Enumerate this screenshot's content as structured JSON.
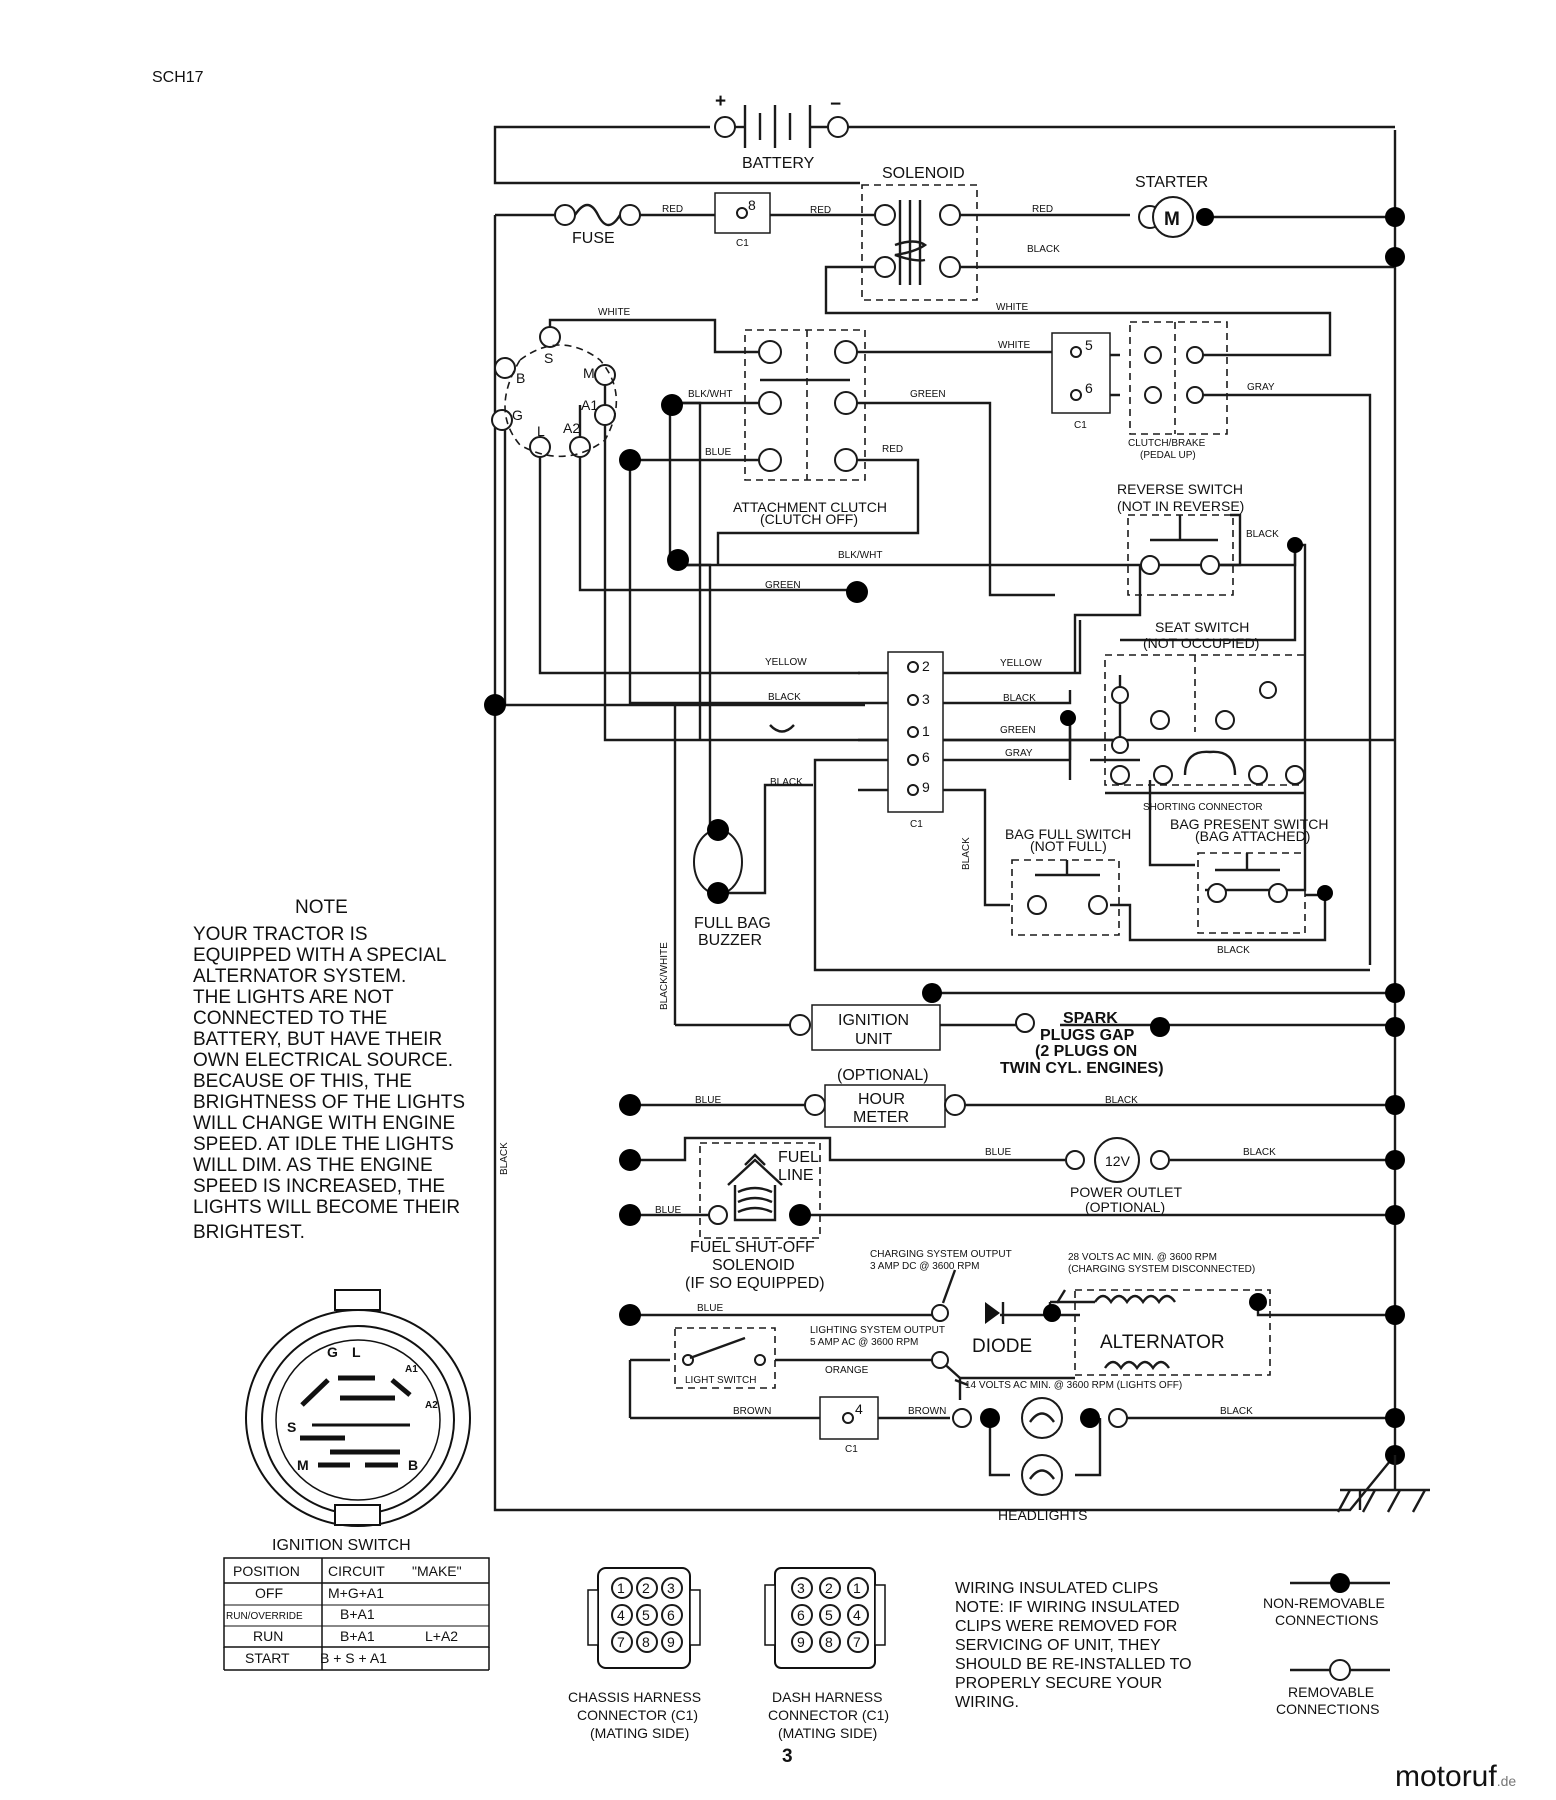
{
  "header": {
    "code": "SCH17",
    "page_number": "3",
    "watermark": "motoruf",
    "watermark_suffix": ".de"
  },
  "components": {
    "battery": "BATTERY",
    "battery_plus": "+",
    "battery_minus": "−",
    "solenoid": "SOLENOID",
    "starter": "STARTER",
    "motor_symbol": "M",
    "fuse": "FUSE",
    "attachment_clutch": [
      "ATTACHMENT CLUTCH",
      "(CLUTCH OFF)"
    ],
    "clutch_brake": [
      "CLUTCH/BRAKE",
      "(PEDAL UP)"
    ],
    "reverse_switch": [
      "REVERSE SWITCH",
      "(NOT IN REVERSE)"
    ],
    "seat_switch": [
      "SEAT SWITCH",
      "(NOT OCCUPIED)"
    ],
    "shorting_connector": "SHORTING CONNECTOR",
    "bag_full_switch": [
      "BAG FULL SWITCH",
      "(NOT FULL)"
    ],
    "bag_present_switch": [
      "BAG PRESENT SWITCH",
      "(BAG ATTACHED)"
    ],
    "full_bag_buzzer": [
      "FULL BAG",
      "BUZZER"
    ],
    "ignition_unit": [
      "IGNITION",
      "UNIT"
    ],
    "spark_plugs": [
      "SPARK",
      "PLUGS GAP",
      "(2 PLUGS ON",
      "TWIN CYL. ENGINES)"
    ],
    "optional": "(OPTIONAL)",
    "hour_meter": [
      "HOUR",
      "METER"
    ],
    "fuel_line": [
      "FUEL",
      "LINE"
    ],
    "fuel_shutoff": [
      "FUEL SHUT-OFF",
      "SOLENOID",
      "(IF SO EQUIPPED)"
    ],
    "power_outlet": [
      "POWER OUTLET",
      "(OPTIONAL)"
    ],
    "outlet_voltage": "12V",
    "charging_output": [
      "CHARGING SYSTEM OUTPUT",
      "3 AMP DC @ 3600 RPM"
    ],
    "volts_28": [
      "28 VOLTS AC MIN. @ 3600 RPM",
      "(CHARGING SYSTEM DISCONNECTED)"
    ],
    "lighting_output": [
      "LIGHTING SYSTEM OUTPUT",
      "5 AMP AC @ 3600 RPM"
    ],
    "diode": "DIODE",
    "alternator": "ALTERNATOR",
    "volts_14": "14 VOLTS AC MIN. @ 3600 RPM (LIGHTS OFF)",
    "light_switch": "LIGHT SWITCH",
    "headlights": "HEADLIGHTS",
    "connector": "C1",
    "ignition_terminals": [
      "B",
      "S",
      "M",
      "A1",
      "A2",
      "L",
      "G"
    ],
    "pins": [
      "8",
      "5",
      "6",
      "2",
      "3",
      "1",
      "6",
      "9",
      "4"
    ]
  },
  "wire_colors": {
    "red": "RED",
    "white": "WHITE",
    "black": "BLACK",
    "blkwht": "BLK/WHT",
    "blue": "BLUE",
    "green": "GREEN",
    "gray": "GRAY",
    "yellow": "YELLOW",
    "black_white": "BLACK/WHITE",
    "orange": "ORANGE",
    "brown": "BROWN"
  },
  "note": {
    "title": "NOTE",
    "lines": [
      "YOUR TRACTOR IS",
      "EQUIPPED WITH A SPECIAL",
      "ALTERNATOR SYSTEM.",
      "THE LIGHTS ARE NOT",
      "CONNECTED TO THE",
      "BATTERY, BUT HAVE THEIR",
      "OWN ELECTRICAL SOURCE.",
      "BECAUSE OF THIS, THE",
      "BRIGHTNESS OF THE LIGHTS",
      "WILL CHANGE WITH ENGINE",
      "SPEED.  AT IDLE THE LIGHTS",
      "WILL DIM.  AS THE ENGINE",
      "SPEED IS INCREASED,  THE",
      "LIGHTS WILL BECOME THEIR",
      "BRIGHTEST."
    ]
  },
  "ignition_switch": {
    "title": "IGNITION SWITCH",
    "face_letters": [
      "G",
      "L",
      "A1",
      "A2",
      "S",
      "M",
      "B"
    ],
    "headers": [
      "POSITION",
      "CIRCUIT",
      "\"MAKE\""
    ],
    "rows": [
      [
        "OFF",
        "M+G+A1",
        ""
      ],
      [
        "RUN/OVERRIDE",
        "B+A1",
        ""
      ],
      [
        "RUN",
        "B+A1",
        "L+A2"
      ],
      [
        "START",
        "B + S + A1",
        ""
      ]
    ]
  },
  "connectors": {
    "chassis": {
      "caption": [
        "CHASSIS HARNESS",
        "CONNECTOR (C1)",
        "(MATING SIDE)"
      ],
      "pins": [
        "1",
        "2",
        "3",
        "4",
        "5",
        "6",
        "7",
        "8",
        "9"
      ]
    },
    "dash": {
      "caption": [
        "DASH HARNESS",
        "CONNECTOR (C1)",
        "(MATING SIDE)"
      ],
      "pins": [
        "3",
        "2",
        "1",
        "6",
        "5",
        "4",
        "9",
        "8",
        "7"
      ]
    }
  },
  "clips_note": [
    "WIRING INSULATED CLIPS",
    "NOTE: IF WIRING INSULATED",
    "CLIPS WERE REMOVED FOR",
    "SERVICING OF UNIT, THEY",
    "SHOULD BE RE-INSTALLED TO",
    "PROPERLY SECURE YOUR",
    "WIRING."
  ],
  "legend": {
    "non_removable": [
      "NON-REMOVABLE",
      "CONNECTIONS"
    ],
    "removable": [
      "REMOVABLE",
      "CONNECTIONS"
    ]
  }
}
